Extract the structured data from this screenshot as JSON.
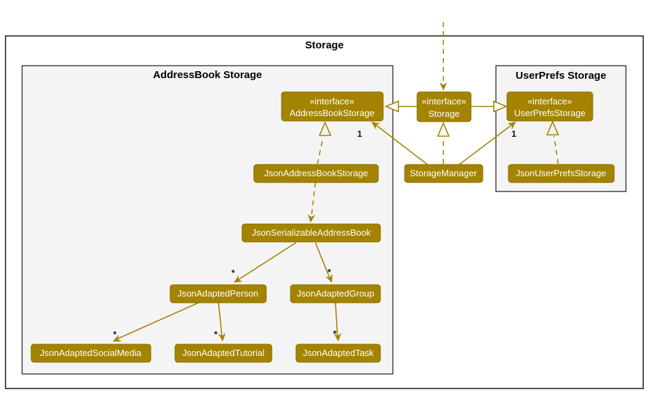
{
  "diagram_type": "uml-class-diagram",
  "outer_frame": {
    "title": "Storage"
  },
  "frames": {
    "addressbook": {
      "title": "AddressBook Storage"
    },
    "userprefs": {
      "title": "UserPrefs Storage"
    }
  },
  "classes": {
    "addressbook_storage": {
      "stereotype": "«interface»",
      "name": "AddressBookStorage"
    },
    "storage": {
      "stereotype": "«interface»",
      "name": "Storage"
    },
    "userprefs_storage": {
      "stereotype": "«interface»",
      "name": "UserPrefsStorage"
    },
    "json_addressbook_storage": {
      "name": "JsonAddressBookStorage"
    },
    "storage_manager": {
      "name": "StorageManager"
    },
    "json_userprefs_storage": {
      "name": "JsonUserPrefsStorage"
    },
    "json_serializable_addressbook": {
      "name": "JsonSerializableAddressBook"
    },
    "json_adapted_person": {
      "name": "JsonAdaptedPerson"
    },
    "json_adapted_group": {
      "name": "JsonAdaptedGroup"
    },
    "json_adapted_social_media": {
      "name": "JsonAdaptedSocialMedia"
    },
    "json_adapted_tutorial": {
      "name": "JsonAdaptedTutorial"
    },
    "json_adapted_task": {
      "name": "JsonAdaptedTask"
    }
  },
  "labels": {
    "multiplicity_one": "1",
    "multiplicity_many": "*"
  },
  "colors": {
    "class_fill": "#A38300",
    "class_text": "#FFFFFF",
    "arrow": "#A38300",
    "frame_background": "#F4F4F4",
    "outer_background": "#FFFFFF",
    "frame_border": "#141414",
    "multiplicity_text": "#1A1A1A"
  }
}
